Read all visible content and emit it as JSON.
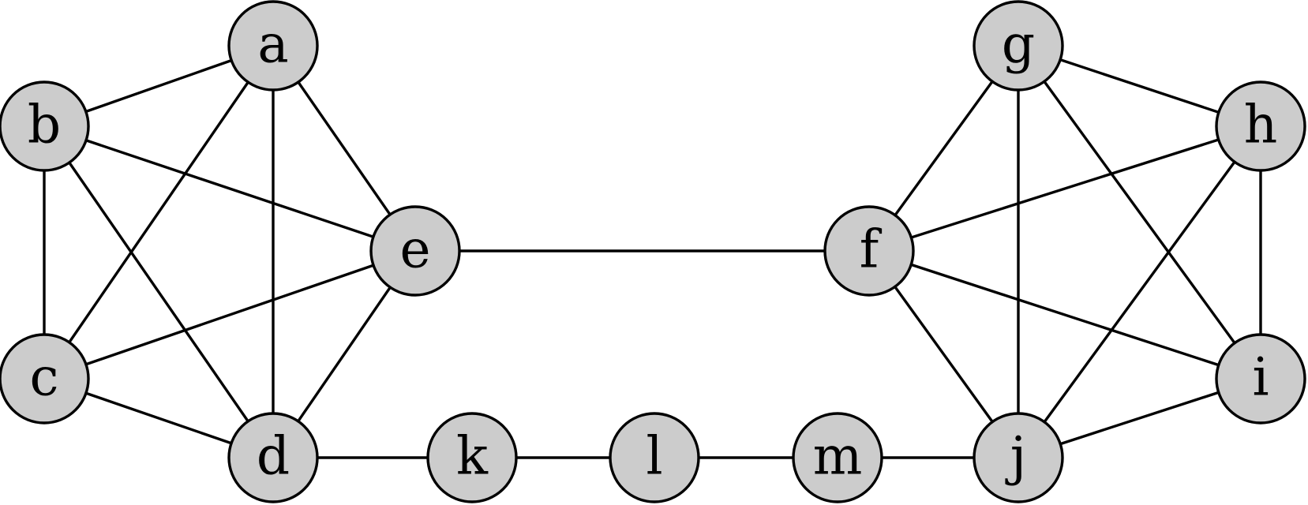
{
  "graph": {
    "nodes": [
      {
        "id": "a",
        "label": "a"
      },
      {
        "id": "b",
        "label": "b"
      },
      {
        "id": "c",
        "label": "c"
      },
      {
        "id": "d",
        "label": "d"
      },
      {
        "id": "e",
        "label": "e"
      },
      {
        "id": "f",
        "label": "f"
      },
      {
        "id": "g",
        "label": "g"
      },
      {
        "id": "h",
        "label": "h"
      },
      {
        "id": "i",
        "label": "i"
      },
      {
        "id": "j",
        "label": "j"
      },
      {
        "id": "k",
        "label": "k"
      },
      {
        "id": "l",
        "label": "l"
      },
      {
        "id": "m",
        "label": "m"
      }
    ],
    "edges": [
      [
        "a",
        "b"
      ],
      [
        "a",
        "c"
      ],
      [
        "a",
        "d"
      ],
      [
        "a",
        "e"
      ],
      [
        "b",
        "c"
      ],
      [
        "b",
        "d"
      ],
      [
        "b",
        "e"
      ],
      [
        "c",
        "d"
      ],
      [
        "c",
        "e"
      ],
      [
        "d",
        "e"
      ],
      [
        "e",
        "f"
      ],
      [
        "f",
        "g"
      ],
      [
        "f",
        "h"
      ],
      [
        "f",
        "i"
      ],
      [
        "f",
        "j"
      ],
      [
        "g",
        "h"
      ],
      [
        "g",
        "i"
      ],
      [
        "g",
        "j"
      ],
      [
        "h",
        "i"
      ],
      [
        "h",
        "j"
      ],
      [
        "i",
        "j"
      ],
      [
        "d",
        "k"
      ],
      [
        "k",
        "l"
      ],
      [
        "l",
        "m"
      ],
      [
        "m",
        "j"
      ]
    ],
    "node_fill": "#cccccc",
    "stroke_color": "#000000"
  }
}
